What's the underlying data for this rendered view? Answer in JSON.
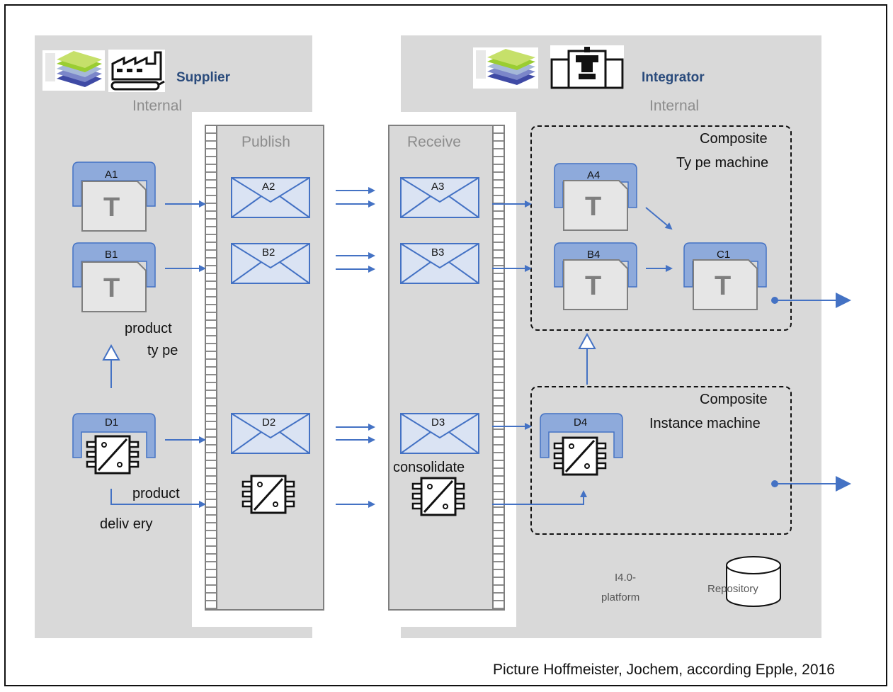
{
  "supplier": {
    "title": "Supplier",
    "internal": "Internal"
  },
  "integrator": {
    "title": "Integrator",
    "internal": "Internal"
  },
  "columns": {
    "publish": "Publish",
    "receive": "Receive"
  },
  "shells": {
    "A1": "A1",
    "B1": "B1",
    "D1": "D1",
    "A4": "A4",
    "B4": "B4",
    "C1": "C1",
    "D4": "D4",
    "type_glyph": "T"
  },
  "messages": {
    "A2": "A2",
    "B2": "B2",
    "D2": "D2",
    "A3": "A3",
    "B3": "B3",
    "D3": "D3"
  },
  "labels": {
    "product_type_1": "product",
    "product_type_2": "ty pe",
    "product_delivery_1": "product",
    "product_delivery_2": "deliv ery",
    "consolidate": "consolidate"
  },
  "composites": {
    "type": {
      "line1": "Composite",
      "line2": "Ty pe machine"
    },
    "instance": {
      "line1": "Composite",
      "line2": "Instance machine"
    }
  },
  "platform": {
    "line1": "I4.0-",
    "line2": "platform",
    "repository": "Repository"
  },
  "credit": "Picture Hoffmeister, Jochem, according Epple, 2016",
  "colors": {
    "arrow": "#4472c4",
    "shell": "#8eaadb",
    "envelope": "#dae3f3",
    "panel": "#d9d9d9"
  }
}
